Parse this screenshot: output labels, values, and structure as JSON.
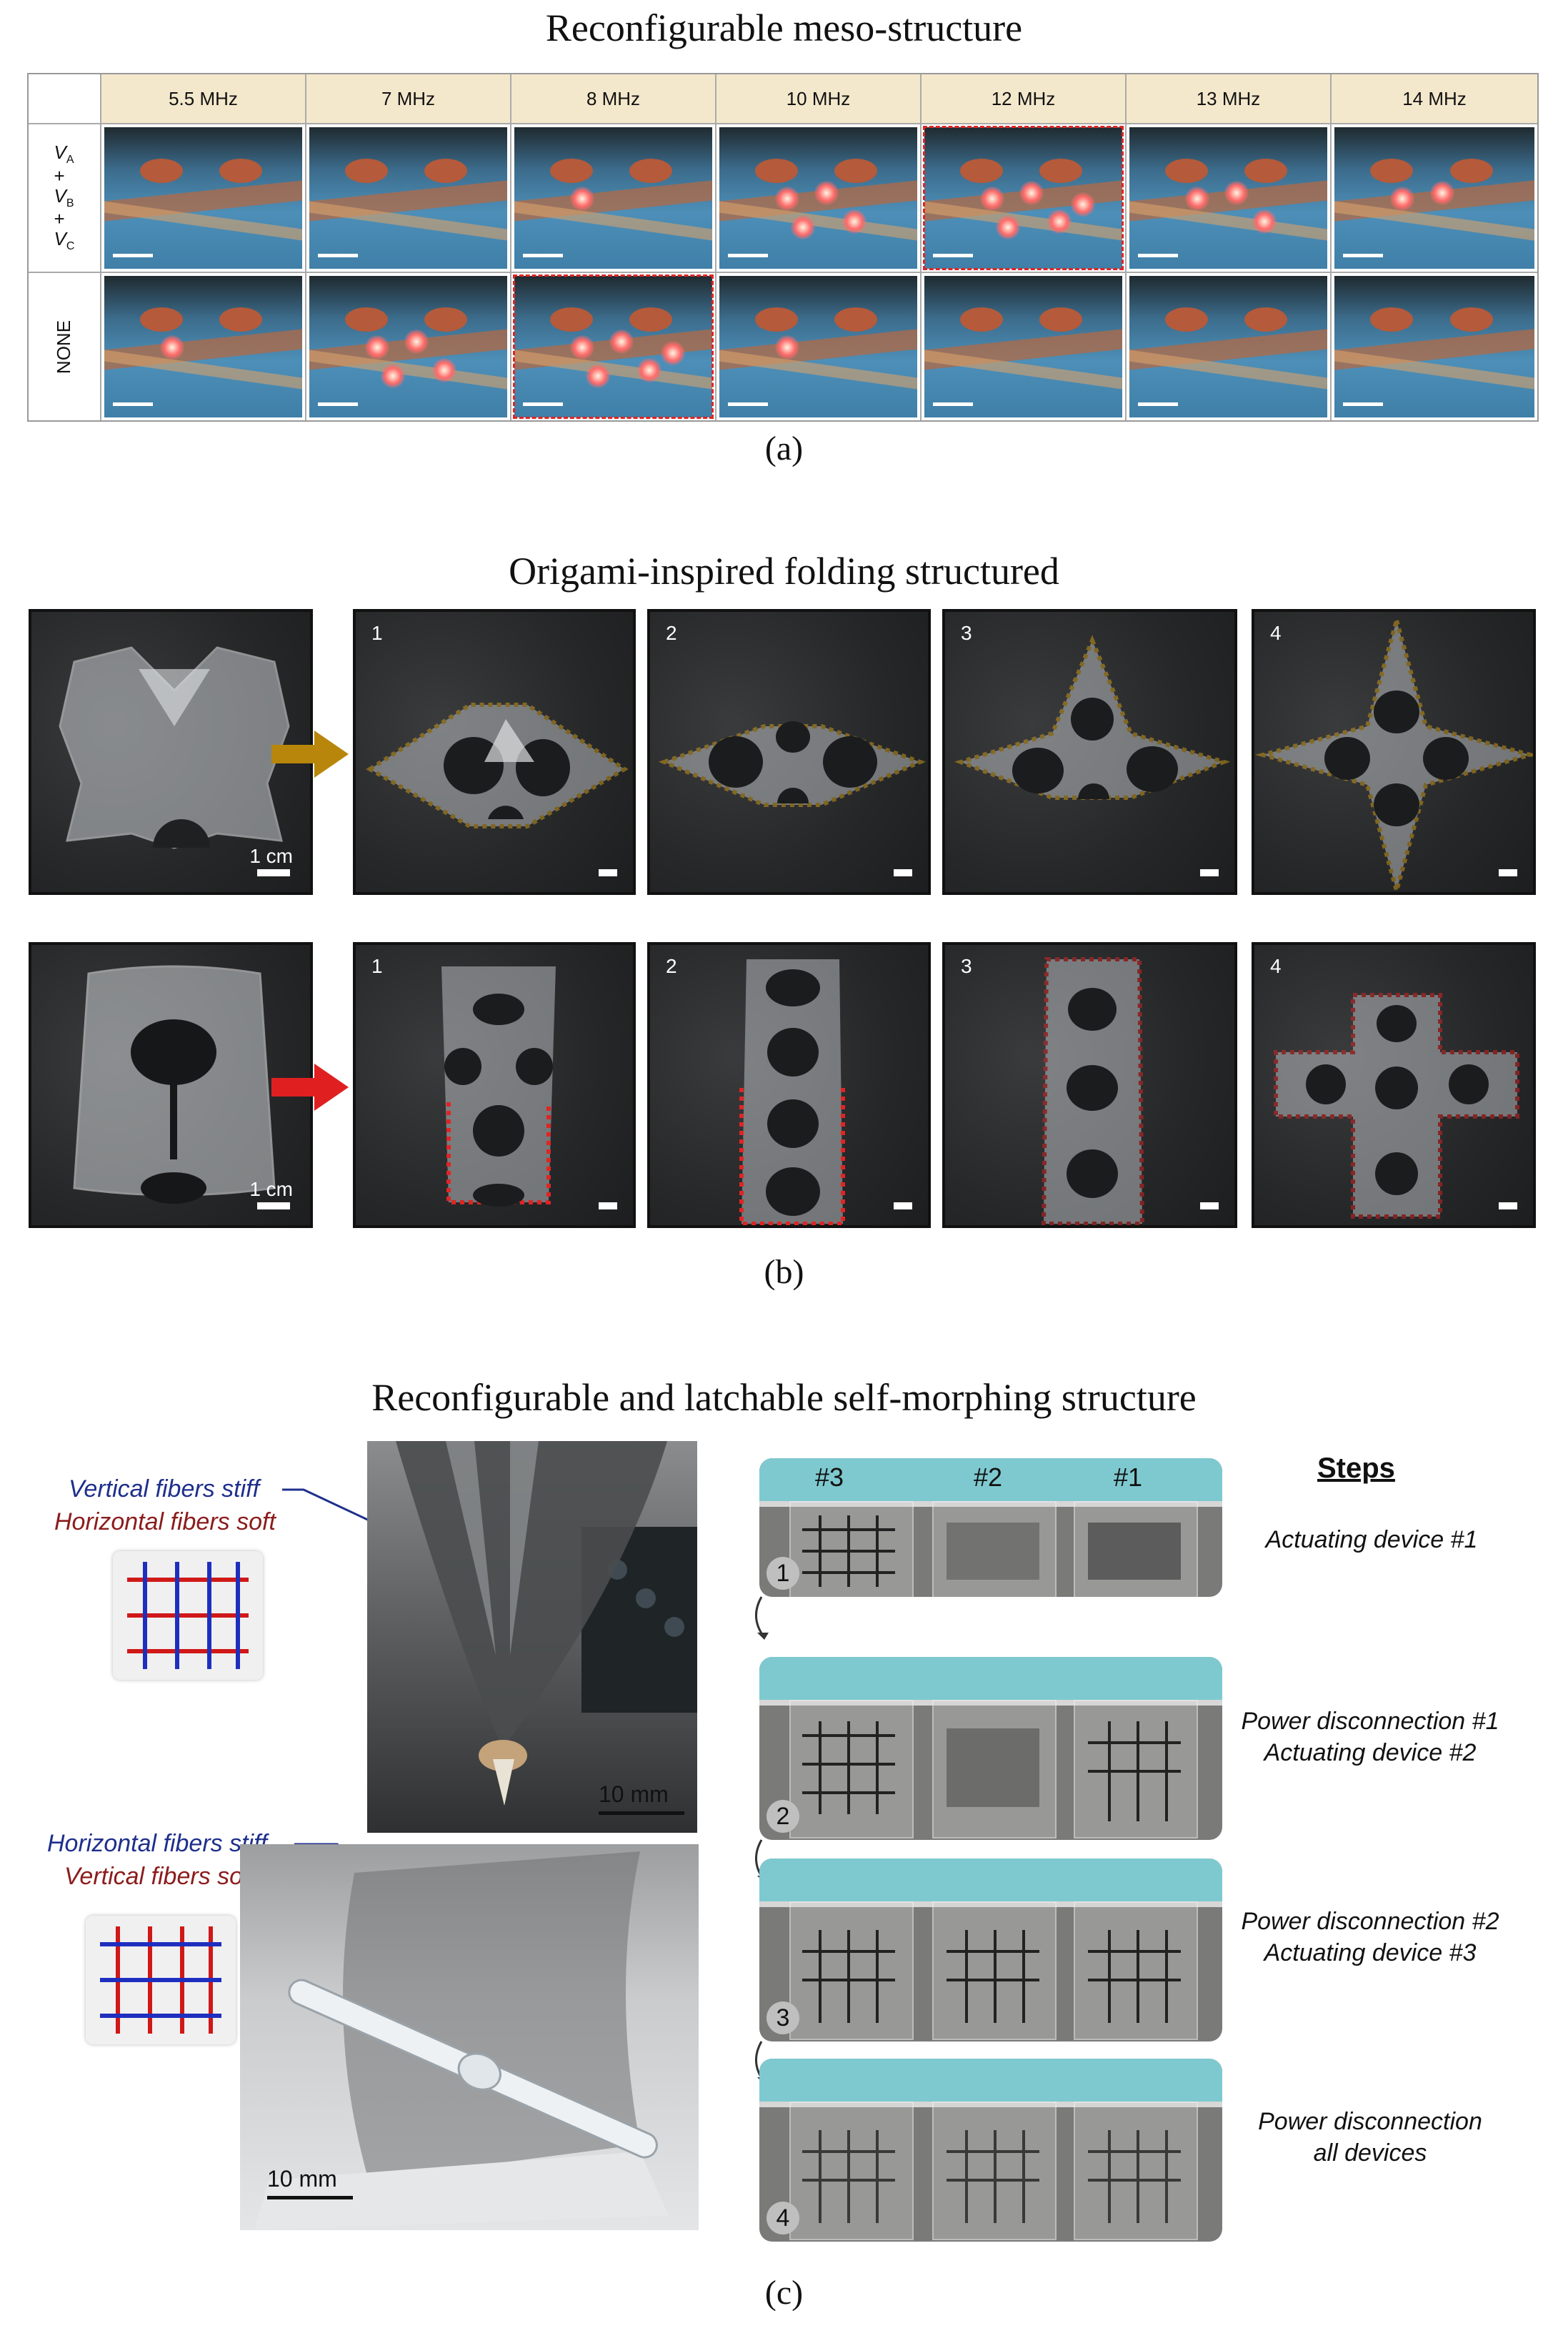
{
  "panel_a": {
    "title": "Reconfigurable meso-structure",
    "frequencies": [
      "5.5 MHz",
      "7 MHz",
      "8 MHz",
      "10 MHz",
      "12 MHz",
      "13 MHz",
      "14 MHz"
    ],
    "rows": [
      {
        "label_parts": [
          "V",
          "A",
          "+",
          "V",
          "B",
          "+",
          "V",
          "C"
        ]
      },
      {
        "label": "NONE"
      }
    ],
    "caption": "(a)"
  },
  "panel_b": {
    "title": "Origami-inspired folding structured",
    "steps": [
      "1",
      "2",
      "3",
      "4"
    ],
    "scale_label": "1 cm",
    "caption": "(b)",
    "colors": {
      "row1_outline": "#d4a017",
      "row2_outline": "#e02424",
      "row1_arrow": "#b8860b",
      "row2_arrow": "#e02020"
    }
  },
  "panel_c": {
    "title": "Reconfigurable and latchable self-morphing structure",
    "top_fiber": {
      "line1": "Vertical fibers stiff",
      "line2": "Horizontal fibers soft"
    },
    "bottom_fiber": {
      "line1": "Horizontal fibers stiff",
      "line2": "Vertical fibers soft"
    },
    "scale_label": "10 mm",
    "device_labels": [
      "#3",
      "#2",
      "#1"
    ],
    "steps_header": "Steps",
    "steps": [
      {
        "num": "1",
        "line1": "Actuating device #1",
        "line2": ""
      },
      {
        "num": "2",
        "line1": "Power disconnection #1",
        "line2": "Actuating device #2"
      },
      {
        "num": "3",
        "line1": "Power disconnection #2",
        "line2": "Actuating device #3"
      },
      {
        "num": "4",
        "line1": "Power disconnection",
        "line2": "all devices"
      }
    ],
    "caption": "(c)",
    "colors": {
      "stiff": "#1e2f8c",
      "soft": "#8b1c1c"
    }
  }
}
